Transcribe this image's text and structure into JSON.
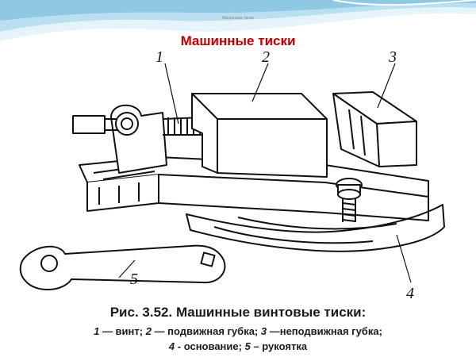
{
  "header": {
    "small_text": "Машинные тиски",
    "title": "Машинные тиски"
  },
  "figure": {
    "labels": [
      "1",
      "2",
      "3",
      "4",
      "5"
    ]
  },
  "caption": {
    "title": "Рис. 3.52. Машинные винтовые тиски:",
    "line1": [
      {
        "n": "1",
        "t": " — винт; "
      },
      {
        "n": "2",
        "t": " — подвижная губка; "
      },
      {
        "n": "3",
        "t": " —неподвижная губка;"
      }
    ],
    "line2": [
      {
        "n": "4",
        "t": " - основание; "
      },
      {
        "n": "5",
        "t": " – рукоятка"
      }
    ]
  },
  "colors": {
    "title": "#c00000",
    "wave_light": "#d6ecf6",
    "wave_dark": "#8cc6e2"
  }
}
